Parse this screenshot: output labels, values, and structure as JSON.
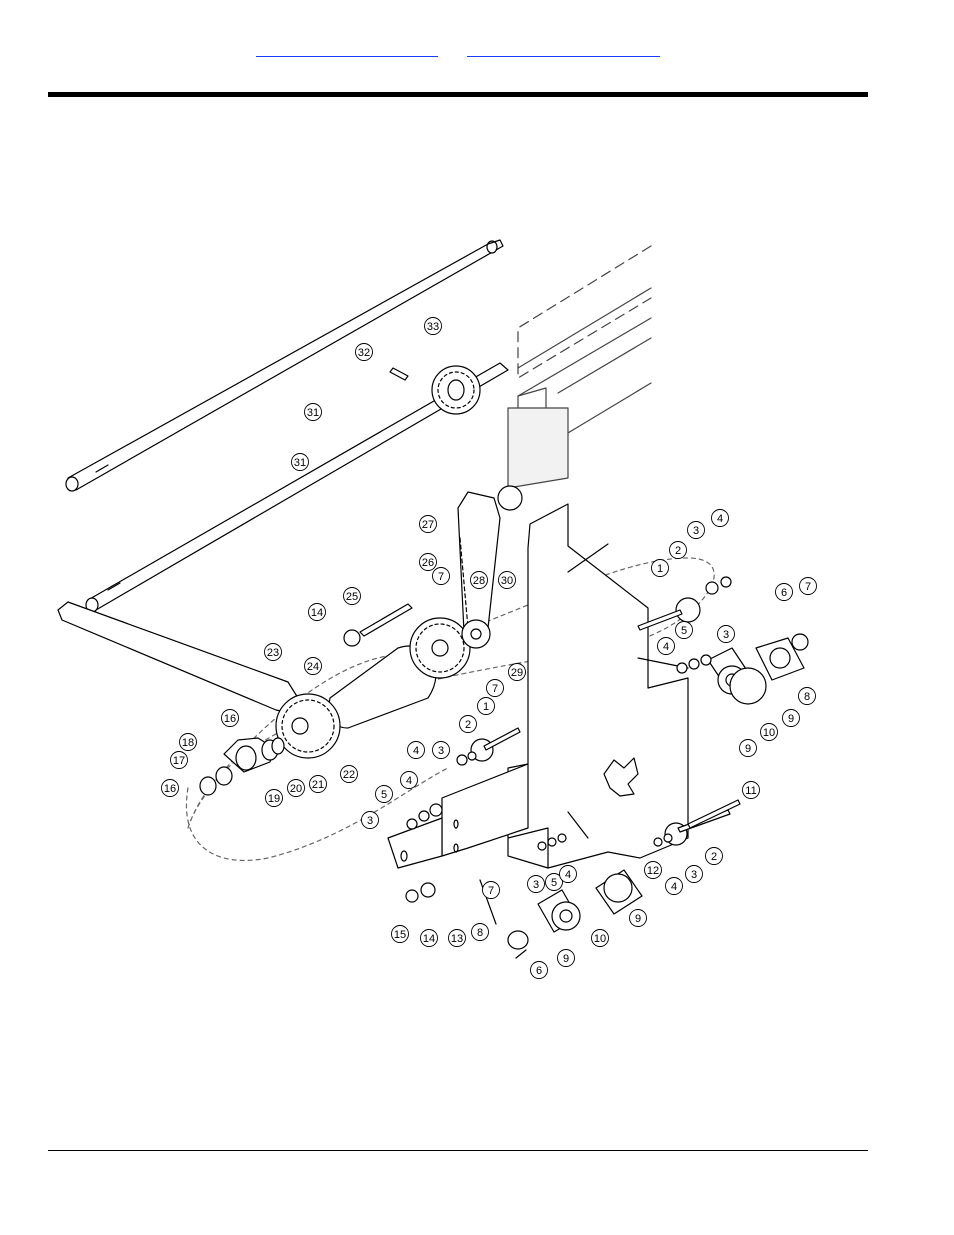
{
  "header": {
    "links": [
      "",
      ""
    ]
  },
  "figure": {
    "callouts": [
      {
        "n": "33"
      },
      {
        "n": "32"
      },
      {
        "n": "31"
      },
      {
        "n": "31"
      },
      {
        "n": "27"
      },
      {
        "n": "26"
      },
      {
        "n": "28"
      },
      {
        "n": "30"
      },
      {
        "n": "7"
      },
      {
        "n": "29"
      },
      {
        "n": "7"
      },
      {
        "n": "25"
      },
      {
        "n": "14"
      },
      {
        "n": "24"
      },
      {
        "n": "23"
      },
      {
        "n": "1"
      },
      {
        "n": "2"
      },
      {
        "n": "3"
      },
      {
        "n": "4"
      },
      {
        "n": "6"
      },
      {
        "n": "7"
      },
      {
        "n": "4"
      },
      {
        "n": "5"
      },
      {
        "n": "3"
      },
      {
        "n": "8"
      },
      {
        "n": "9"
      },
      {
        "n": "10"
      },
      {
        "n": "9"
      },
      {
        "n": "16"
      },
      {
        "n": "18"
      },
      {
        "n": "17"
      },
      {
        "n": "16"
      },
      {
        "n": "19"
      },
      {
        "n": "20"
      },
      {
        "n": "21"
      },
      {
        "n": "22"
      },
      {
        "n": "1"
      },
      {
        "n": "2"
      },
      {
        "n": "3"
      },
      {
        "n": "4"
      },
      {
        "n": "4"
      },
      {
        "n": "5"
      },
      {
        "n": "3"
      },
      {
        "n": "11"
      },
      {
        "n": "12"
      },
      {
        "n": "2"
      },
      {
        "n": "3"
      },
      {
        "n": "4"
      },
      {
        "n": "3"
      },
      {
        "n": "5"
      },
      {
        "n": "4"
      },
      {
        "n": "7"
      },
      {
        "n": "13"
      },
      {
        "n": "8"
      },
      {
        "n": "9"
      },
      {
        "n": "10"
      },
      {
        "n": "9"
      },
      {
        "n": "6"
      },
      {
        "n": "15"
      },
      {
        "n": "14"
      }
    ]
  }
}
